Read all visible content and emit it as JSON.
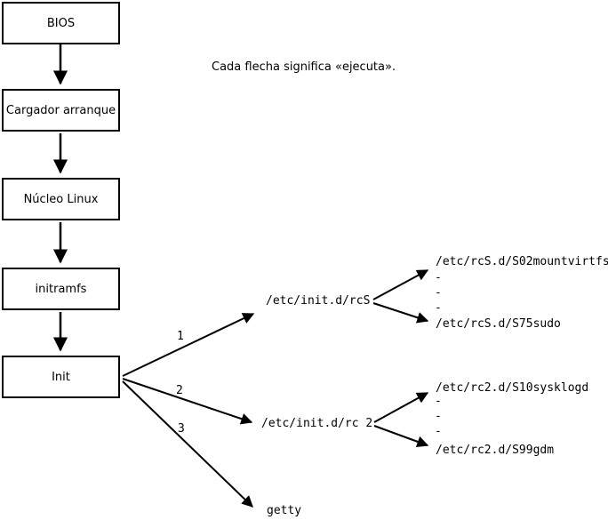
{
  "note": "Cada flecha significa «ejecuta».",
  "boxes": {
    "bios": "BIOS",
    "bootloader": "Cargador arranque",
    "kernel": "Núcleo Linux",
    "initramfs": "initramfs",
    "init": "Init"
  },
  "arrow_numbers": {
    "one": "1",
    "two": "2",
    "three": "3"
  },
  "rcS": {
    "node": "/etc/init.d/rcS",
    "first_script": "/etc/rcS.d/S02mountvirtfs",
    "dots": [
      "-",
      "-",
      "-"
    ],
    "last_script": "/etc/rcS.d/S75sudo"
  },
  "rc2": {
    "node": "/etc/init.d/rc 2",
    "first_script": "/etc/rc2.d/S10sysklogd",
    "dots": [
      "-",
      "-",
      "-"
    ],
    "last_script": "/etc/rc2.d/S99gdm"
  },
  "getty": "getty",
  "colors": {
    "foreground": "#000000",
    "background": "#ffffff"
  }
}
